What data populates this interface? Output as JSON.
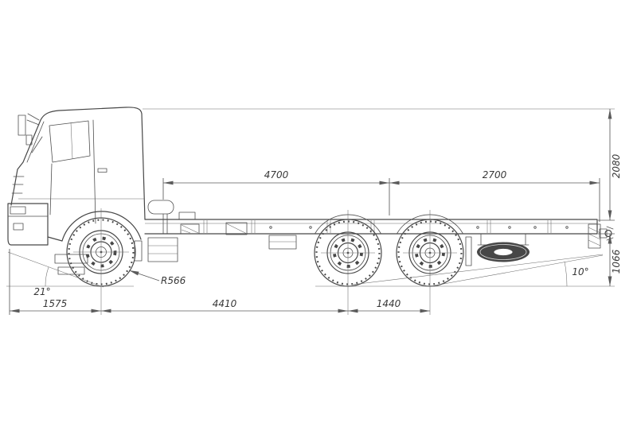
{
  "drawing": {
    "subject": "truck-chassis-side-view-technical-drawing",
    "background": "#ffffff",
    "line_color": "#474747",
    "dimension_color": "#5b5b5b",
    "labels": {
      "wheelbase_top": "4700",
      "rear_overhang_top": "2700",
      "cab_height": "2080",
      "frame_height": "1066",
      "front_overhang": "1575",
      "wheelbase_bottom": "4410",
      "bogie_spacing": "1440",
      "wheel_radius": "R566",
      "approach_angle": "21°",
      "departure_angle": "10°"
    }
  }
}
